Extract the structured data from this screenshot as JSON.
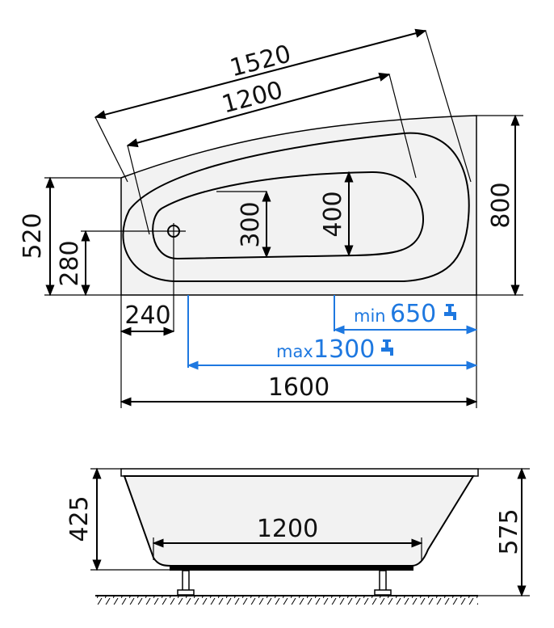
{
  "dimensions": {
    "diagonal_outer": "1520",
    "diagonal_inner": "1200",
    "width_right": "800",
    "height_left": "520",
    "drain_offset_y": "280",
    "inner_depth_small": "300",
    "inner_depth_large": "400",
    "drain_offset_x": "240",
    "total_length": "1600",
    "min_prefix": "min",
    "min_value": "650",
    "max_prefix": "max",
    "max_value": "1300",
    "side_inner_length": "1200",
    "side_depth": "425",
    "side_total_height": "575"
  },
  "colors": {
    "accent_blue": "#1e78e0",
    "tub_fill": "#f2f2f2",
    "line": "#000000"
  },
  "icons": [
    "faucet-icon"
  ]
}
